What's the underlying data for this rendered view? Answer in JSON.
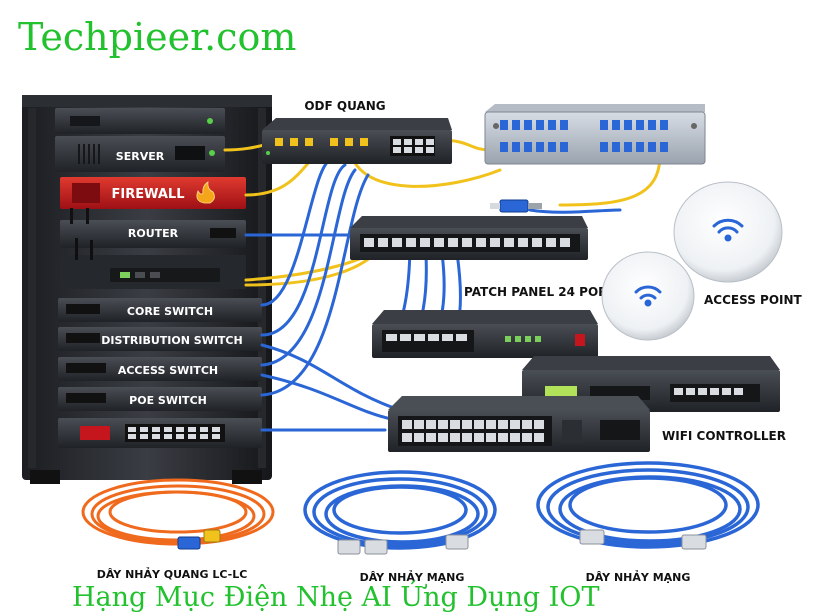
{
  "header": {
    "site_title": "Techpieer.com"
  },
  "footer": {
    "caption": "Hạng Mục Điện Nhẹ AI Ứng Dụng IOT"
  },
  "rack": {
    "units": [
      {
        "label": "SERVER"
      },
      {
        "label": "FIREWALL"
      },
      {
        "label": "ROUTER"
      },
      {
        "label": "CORE SWITCH"
      },
      {
        "label": "DISTRIBUTION SWITCH"
      },
      {
        "label": "ACCESS SWITCH"
      },
      {
        "label": "POE  SWITCH"
      }
    ]
  },
  "devices": {
    "odf": {
      "label": "ODF QUANG"
    },
    "patch_panel": {
      "label": "PATCH PANEL 24 PORT"
    },
    "access_point": {
      "label": "ACCESS POINT"
    },
    "wifi_controller": {
      "label": "WIFI CONTROLLER"
    }
  },
  "cables": {
    "fiber": {
      "label": "DÂY NHẢY QUANG LC-LC"
    },
    "network_1": {
      "label": "DÂY NHẢY MẠNG"
    },
    "network_2": {
      "label": "DÂY NHẢY MẠNG"
    }
  },
  "colors": {
    "title_green": "#22c12e",
    "fiber_yellow": "#f1c21b",
    "lan_blue": "#2a66d6",
    "fiber_orange": "#f06a1e",
    "firewall_red": "#c4161c"
  }
}
